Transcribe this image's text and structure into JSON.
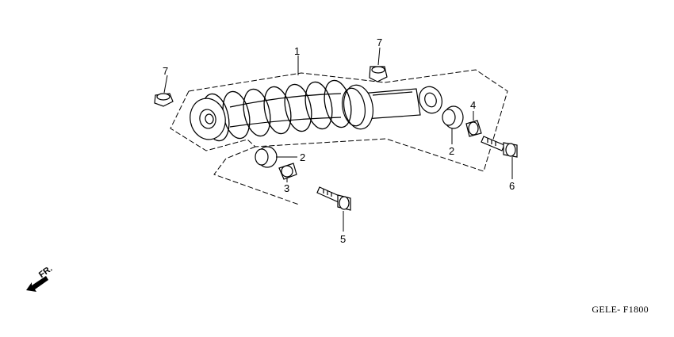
{
  "diagram": {
    "callouts": [
      {
        "key": "c1",
        "label": "1"
      },
      {
        "key": "c7a",
        "label": "7"
      },
      {
        "key": "c7b",
        "label": "7"
      },
      {
        "key": "c4",
        "label": "4"
      },
      {
        "key": "c2a",
        "label": "2"
      },
      {
        "key": "c2b",
        "label": "2"
      },
      {
        "key": "c3",
        "label": "3"
      },
      {
        "key": "c5",
        "label": "5"
      },
      {
        "key": "c6",
        "label": "6"
      }
    ],
    "direction_label": "FR.",
    "diagram_code": "GELE- F1800"
  },
  "colors": {
    "line": "#000000",
    "background": "#ffffff"
  }
}
